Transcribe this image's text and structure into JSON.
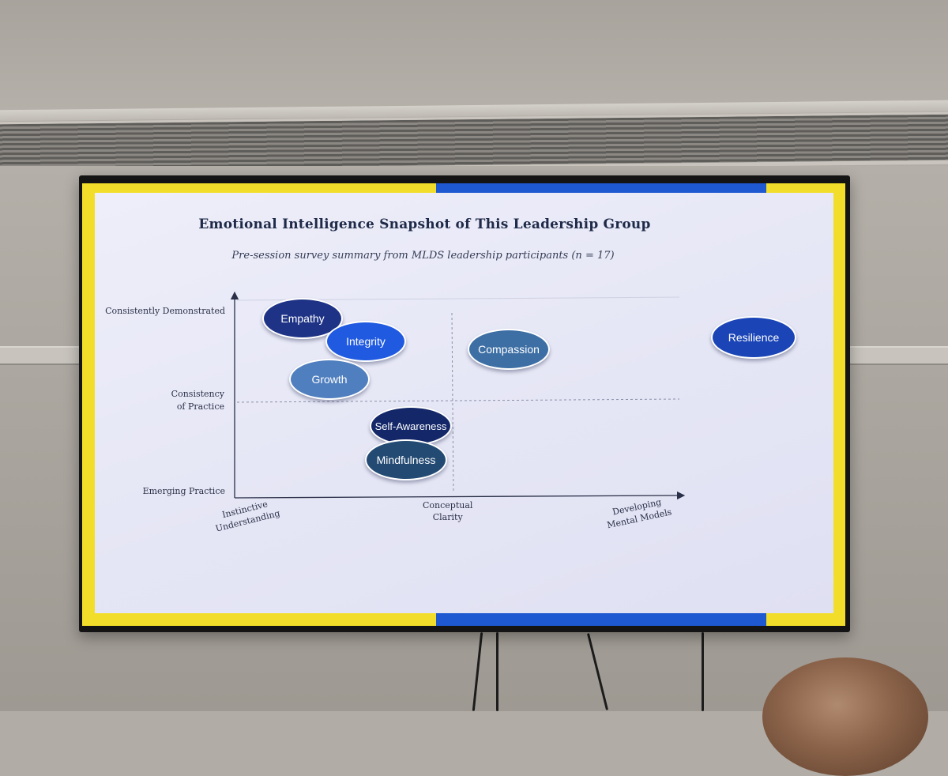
{
  "slide": {
    "title": "Emotional Intelligence Snapshot of This Leadership Group",
    "subtitle": "Pre-session survey summary from MLDS leadership participants (n = 17)"
  },
  "axes": {
    "y_top": "Consistently Demonstrated",
    "y_mid_line1": "Consistency",
    "y_mid_line2": "of Practice",
    "y_bottom": "Emerging Practice",
    "x_left_line1": "Instinctive",
    "x_left_line2": "Understanding",
    "x_mid_line1": "Conceptual",
    "x_mid_line2": "Clarity",
    "x_right_line1": "Developing",
    "x_right_line2": "Mental Models"
  },
  "bubbles": [
    {
      "label": "Empathy",
      "color": "#1e3386"
    },
    {
      "label": "Integrity",
      "color": "#1f5ae0"
    },
    {
      "label": "Growth",
      "color": "#4f7fbf"
    },
    {
      "label": "Compassion",
      "color": "#3d6fa5"
    },
    {
      "label": "Resilience",
      "color": "#1b45b7"
    },
    {
      "label": "Self-Awareness",
      "color": "#142869"
    },
    {
      "label": "Mindfulness",
      "color": "#234a73"
    }
  ],
  "colors": {
    "frame_yellow": "#f2de2a",
    "frame_blue": "#1f59d1"
  }
}
